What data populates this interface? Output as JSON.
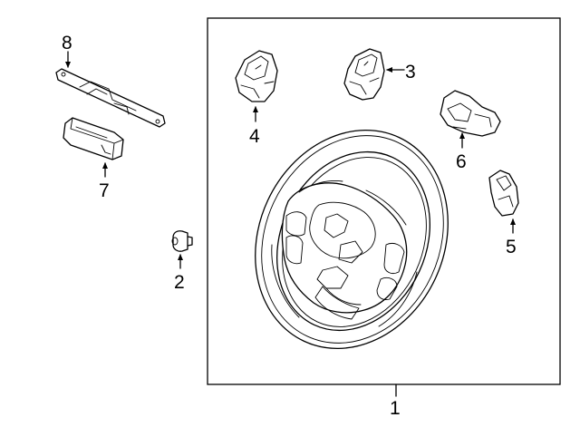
{
  "diagram": {
    "callouts": {
      "c1": "1",
      "c2": "2",
      "c3": "3",
      "c4": "4",
      "c5": "5",
      "c6": "6",
      "c7": "7",
      "c8": "8"
    },
    "colors": {
      "line": "#000000",
      "background": "#ffffff"
    }
  }
}
